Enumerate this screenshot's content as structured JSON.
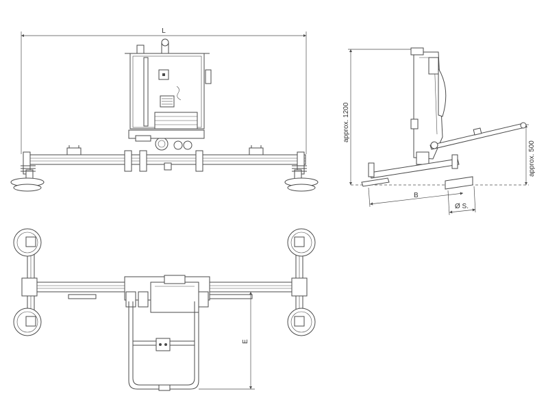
{
  "front_view": {
    "dim_length": "L"
  },
  "side_view": {
    "dim_height": "approx. 1200",
    "dim_handle_height": "approx. 500",
    "dim_base": "B",
    "dim_pad": "Ø S."
  },
  "top_view": {
    "dim_handle": "E"
  }
}
